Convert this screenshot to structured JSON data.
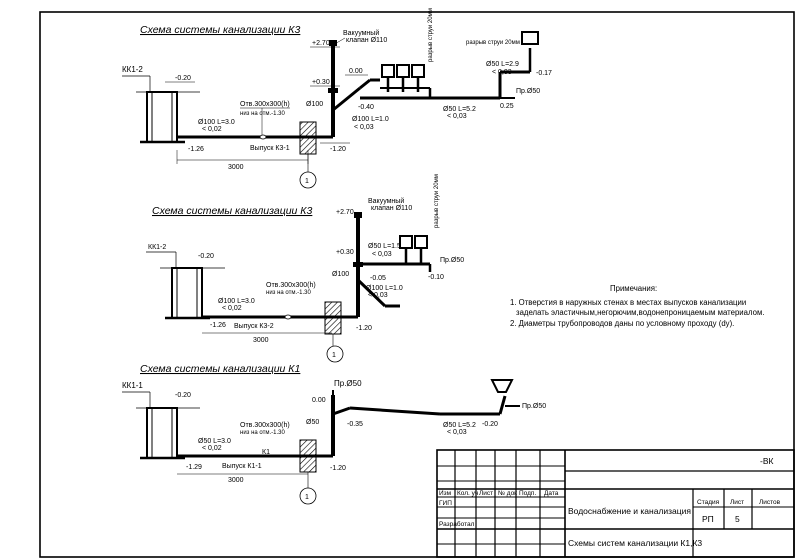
{
  "schemes": [
    {
      "title": "Схема системы канализации К3",
      "well": "КК1-2",
      "well_level": "-0.20",
      "pipe": "Ø100 L=3.0",
      "slope": "< 0,02",
      "outlet_level": "-1.26",
      "outlet": "Выпуск К3-1",
      "sleeve": "Отв.300х300(h)",
      "sleeve_note": "низ на отм.-1.30",
      "length": "3000",
      "axis": "1",
      "riser": "Ø100",
      "riser_levels": [
        "-1.20",
        "+2.70",
        "+0.30",
        "-0.40",
        "0.00"
      ],
      "vent": "Вакуумный",
      "vent2": "клапан  Ø110",
      "branch1": "Ø100 L=1.0",
      "branch1_slope": "< 0,03",
      "branch2": "Ø50 L=5.2",
      "branch2_slope": "< 0,03",
      "branch3": "Ø50 L=2.9",
      "branch3_slope": "< 0,03",
      "branch3_level": "-0.17",
      "branch2_level": "0.25",
      "gap": "разрыв струи 20мм",
      "gap2": "разрыв струи 20мм",
      "drain": "Пр.Ø50"
    },
    {
      "title": "Схема системы канализации К3",
      "well": "КК1-2",
      "well_level": "-0.20",
      "pipe": "Ø100 L=3.0",
      "slope": "< 0,02",
      "outlet_level": "-1.26",
      "outlet": "Выпуск К3-2",
      "sleeve": "Отв.300х300(h)",
      "sleeve_note": "низ на отм.-1.30",
      "length": "3000",
      "axis": "1",
      "riser": "Ø100",
      "riser_levels": [
        "-1.20",
        "+2.70",
        "+0.30",
        "-0.05"
      ],
      "vent": "Вакуумный",
      "vent2": "клапан  Ø110",
      "branch1": "Ø100 L=1.0",
      "branch1_slope": "< 0,03",
      "branch2": "Ø50 L=1.5",
      "branch2_slope": "< 0,03",
      "branch2_level": "-0.10",
      "gap": "разрыв струи 20мм",
      "drain": "Пр.Ø50"
    },
    {
      "title": "Схема системы канализации К1",
      "well": "КК1-1",
      "well_level": "-0.20",
      "pipe": "Ø50 L=3.0",
      "slope": "< 0,02",
      "outlet_level": "-1.29",
      "outlet": "Выпуск К1-1",
      "sleeve": "Отв.300х300(h)",
      "sleeve_note": "низ на отм.-1.30",
      "length": "3000",
      "axis": "1",
      "riser": "Ø50",
      "riser_levels": [
        "-1.20",
        "0.00",
        "-0.35"
      ],
      "line_label": "К1",
      "branch2": "Ø50 L=5.2",
      "branch2_slope": "< 0,03",
      "branch2_level": "-0.20",
      "drain_top": "Пр.Ø50",
      "drain": "Пр.Ø50"
    }
  ],
  "notes": {
    "heading": "Примечания:",
    "items": [
      "1. Отверстия в наружных стенах в местах выпусков канализации",
      "заделать эластичным,негорючим,водонепроницаемым материалом.",
      "2. Диаметры трубопроводов  даны  по условному проходу (dy)."
    ]
  },
  "stamp": {
    "code": "-ВК",
    "col_heads": [
      "Изм",
      "Кол. уч",
      "Лист",
      "№ док",
      "Подп.",
      "Дата"
    ],
    "role1": "ГИП",
    "role2": "Разработал",
    "project": "Водоснабжение и канализация",
    "stage_head": "Стадия",
    "sheet_head": "Лист",
    "sheets_head": "Листов",
    "stage": "РП",
    "sheet": "5",
    "drawing": "Схемы систем канализации К1,К3"
  }
}
